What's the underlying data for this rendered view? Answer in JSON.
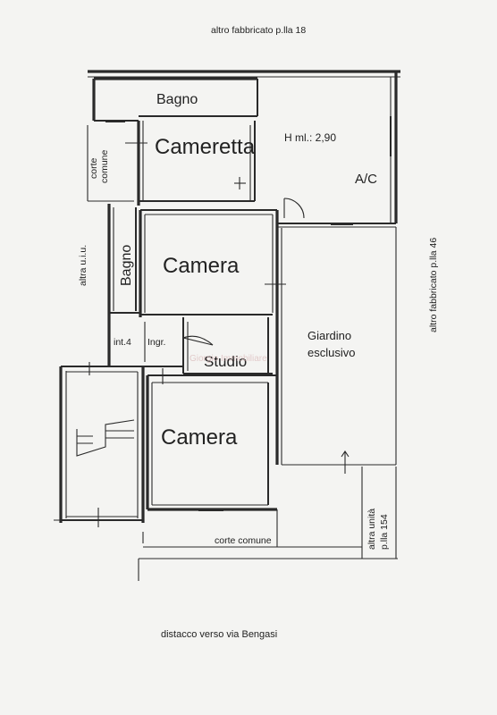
{
  "neighbors": {
    "top": "altro fabbricato p.lla 18",
    "right": "altro fabbricato p.lla 46",
    "left": "altra u.i.u.",
    "bottom_right_line1": "altra unità",
    "bottom_right_line2": "p.lla 154"
  },
  "rooms": {
    "bagno_top": "Bagno",
    "cameretta": "Cameretta",
    "height_note": "H ml.: 2,90",
    "ac": "A/C",
    "corte_line1": "corte",
    "corte_line2": "comune",
    "bagno_side": "Bagno",
    "camera_upper": "Camera",
    "int4": "int.4",
    "ingr": "Ingr.",
    "studio": "Studio",
    "giardino_line1": "Giardino",
    "giardino_line2": "esclusivo",
    "camera_lower": "Camera",
    "corte_comune_bottom": "corte comune"
  },
  "footer": "distacco verso via Bengasi",
  "watermark": "Giorgio Immobiliare"
}
